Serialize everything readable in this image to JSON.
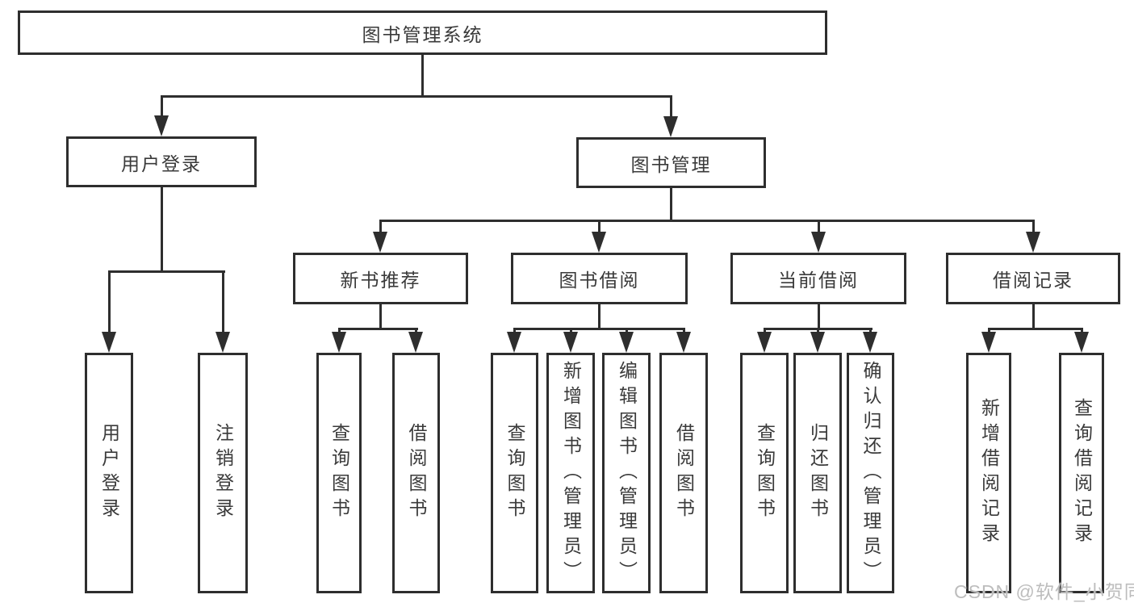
{
  "nodes": {
    "root": "图书管理系统",
    "user_login": "用户登录",
    "book_mgmt": "图书管理",
    "new_book": "新书推荐",
    "book_borrow": "图书借阅",
    "current_borrow": "当前借阅",
    "borrow_records": "借阅记录"
  },
  "leaves": {
    "user_login_1": "用户登录",
    "user_login_2": "注销登录",
    "new_book_1": "查询图书",
    "new_book_2": "借阅图书",
    "book_borrow_1": "查询图书",
    "book_borrow_2": "新增图书（管理员）",
    "book_borrow_3": "编辑图书（管理员）",
    "book_borrow_4": "借阅图书",
    "current_borrow_1": "查询图书",
    "current_borrow_2": "归还图书",
    "current_borrow_3": "确认归还（管理员）",
    "borrow_records_1": "新增借阅记录",
    "borrow_records_2": "查询借阅记录"
  },
  "watermark": "CSDN @软件_小贺同学",
  "colors": {
    "line": "#2e2e2e",
    "text": "#3a3a3a",
    "watermark": "#bdbdbd",
    "background": "#ffffff"
  }
}
